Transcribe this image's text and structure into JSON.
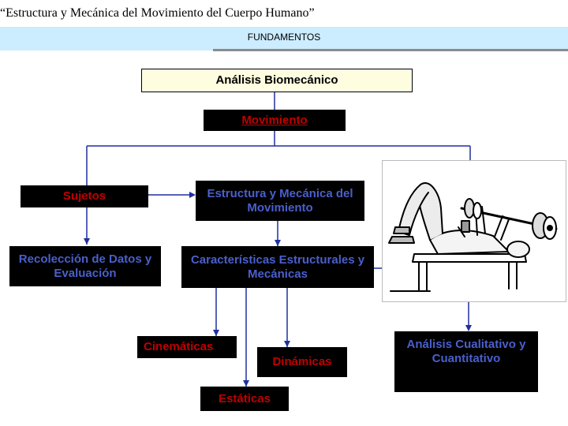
{
  "header": {
    "title": "“Estructura y Mecánica del Movimiento del Cuerpo Humano”",
    "subtitle": "FUNDAMENTOS"
  },
  "diagram": {
    "root": "Análisis Biomecánico",
    "movimiento": "Movimiento",
    "sujetos": "Sujetos",
    "estructura_mecanica": "Estructura y Mecánica del Movimiento",
    "recoleccion": "Recolección de Datos y Evaluación",
    "caracteristicas": "Características Estructurales y Mecánicas",
    "cinematicas": "Cinemáticas",
    "dinamicas": "Dinámicas",
    "estaticas": "Estáticas",
    "analisis_cualitativo": "Análisis Cualitativo y Cuantitativo"
  },
  "colors": {
    "line_blue": "#1f2f9f",
    "text_red": "#c00000",
    "text_blue": "#4a5fcc",
    "band": "#ccecff",
    "root_fill": "#fffde0"
  }
}
